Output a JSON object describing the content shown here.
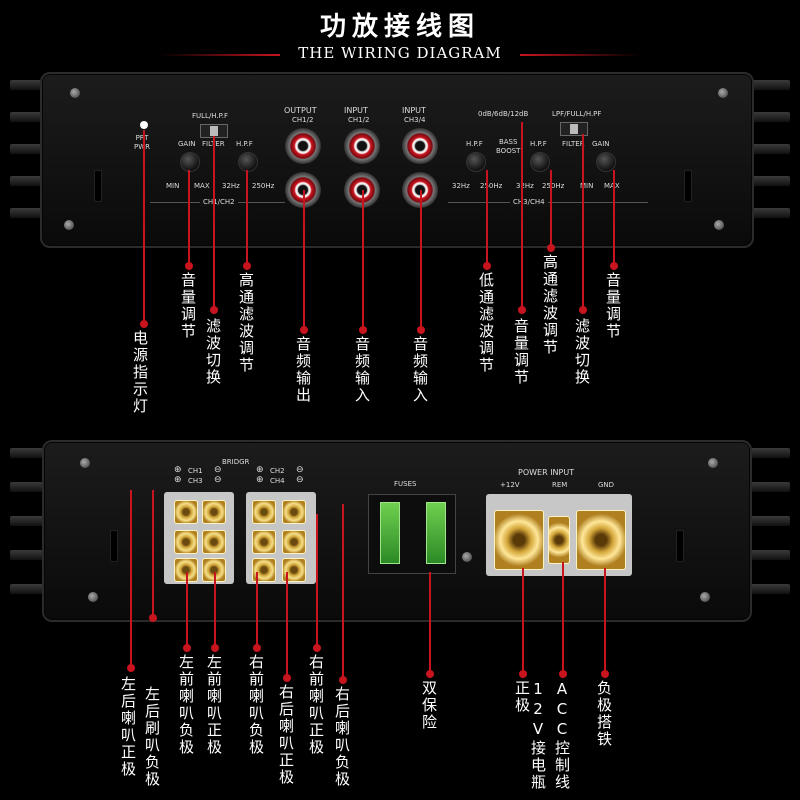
{
  "header": {
    "title": "功放接线图",
    "subtitle": "THE WIRING DIAGRAM",
    "accent": "#c8141e"
  },
  "top_panel": {
    "prt_pwr": "PRT\nPWR",
    "full_hpf_left": "FULL/H.P.F",
    "gain_left": "GAIN",
    "filter_left": "FILTER",
    "hpf_left": "H.P.F",
    "min_left": "MIN",
    "max_left": "MAX",
    "hz32_left": "32Hz",
    "hz250_left": "250Hz",
    "ch12_footer": "CH1/CH2",
    "output_label": "OUTPUT",
    "output_ch": "CH1/2",
    "input12_label": "INPUT",
    "input12_ch": "CH1/2",
    "input34_label": "INPUT",
    "input34_ch": "CH3/4",
    "db_label": "0dB/6dB/12dB",
    "lpf_label": "LPF/FULL/H.PF",
    "hpf_right": "H.P.F",
    "bass_boost": "BASS\nBOOST",
    "hpf_right2": "H.P.F",
    "filter_right": "FILTER",
    "gain_right": "GAIN",
    "hz32_right": "32Hz",
    "hz250_right": "250Hz",
    "hz32_right2": "32Hz",
    "hz250_right2": "250Hz",
    "min_right": "MIN",
    "max_right": "MAX",
    "ch34_footer": "CH3/CH4"
  },
  "top_callouts": [
    "电源指示灯",
    "音量调节",
    "滤波切换",
    "高通滤波调节",
    "音频输出",
    "音频输入",
    "音频输入",
    "低通滤波调节",
    "音量调节",
    "高通滤波调节",
    "滤波切换",
    "音量调节"
  ],
  "bottom_panel": {
    "bridge": "BRIDGR",
    "plus": "⊕",
    "minus": "⊖",
    "ch1": "CH1",
    "ch3": "CH3",
    "ch2": "CH2",
    "ch4": "CH4",
    "fuses": "FUSES",
    "power_input": "POWER INPUT",
    "v12": "+12V",
    "rem": "REM",
    "gnd": "GND"
  },
  "bottom_callouts": [
    "左后喇叭正极",
    "左后刷叭负极",
    "左前喇叭负极",
    "左前喇叭正极",
    "右前喇叭负极",
    "右后喇叭正极",
    "右前喇叭正极",
    "右后喇叭负极",
    "双保险",
    "12V接电瓶正极",
    "ACC控制线",
    "负极搭铁"
  ]
}
